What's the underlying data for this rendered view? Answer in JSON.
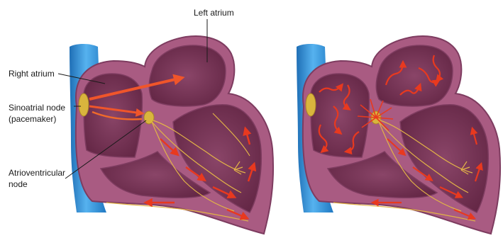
{
  "labels": {
    "left_atrium": "Left atrium",
    "right_atrium": "Right atrium",
    "sa_node_line1": "Sinoatrial node",
    "sa_node_line2": "(pacemaker)",
    "av_node_line1": "Atrioventricular",
    "av_node_line2": "node"
  },
  "colors": {
    "vena_cava": "#2f8fd6",
    "heart_wall": "#a95b82",
    "wall_edge": "#7e3c60",
    "chamber": "#6f2c4d",
    "chamber_light": "#8a4568",
    "conduction_fibers": "#e2b347",
    "node": "#d9b53d",
    "impulse_arrow": "#e8391f",
    "impulse_arrow_light": "#f06a2a"
  },
  "panels": [
    {
      "id": "left-heart",
      "description_state": "initial impulse"
    },
    {
      "id": "right-heart",
      "description_state": "impulse spreading"
    }
  ]
}
